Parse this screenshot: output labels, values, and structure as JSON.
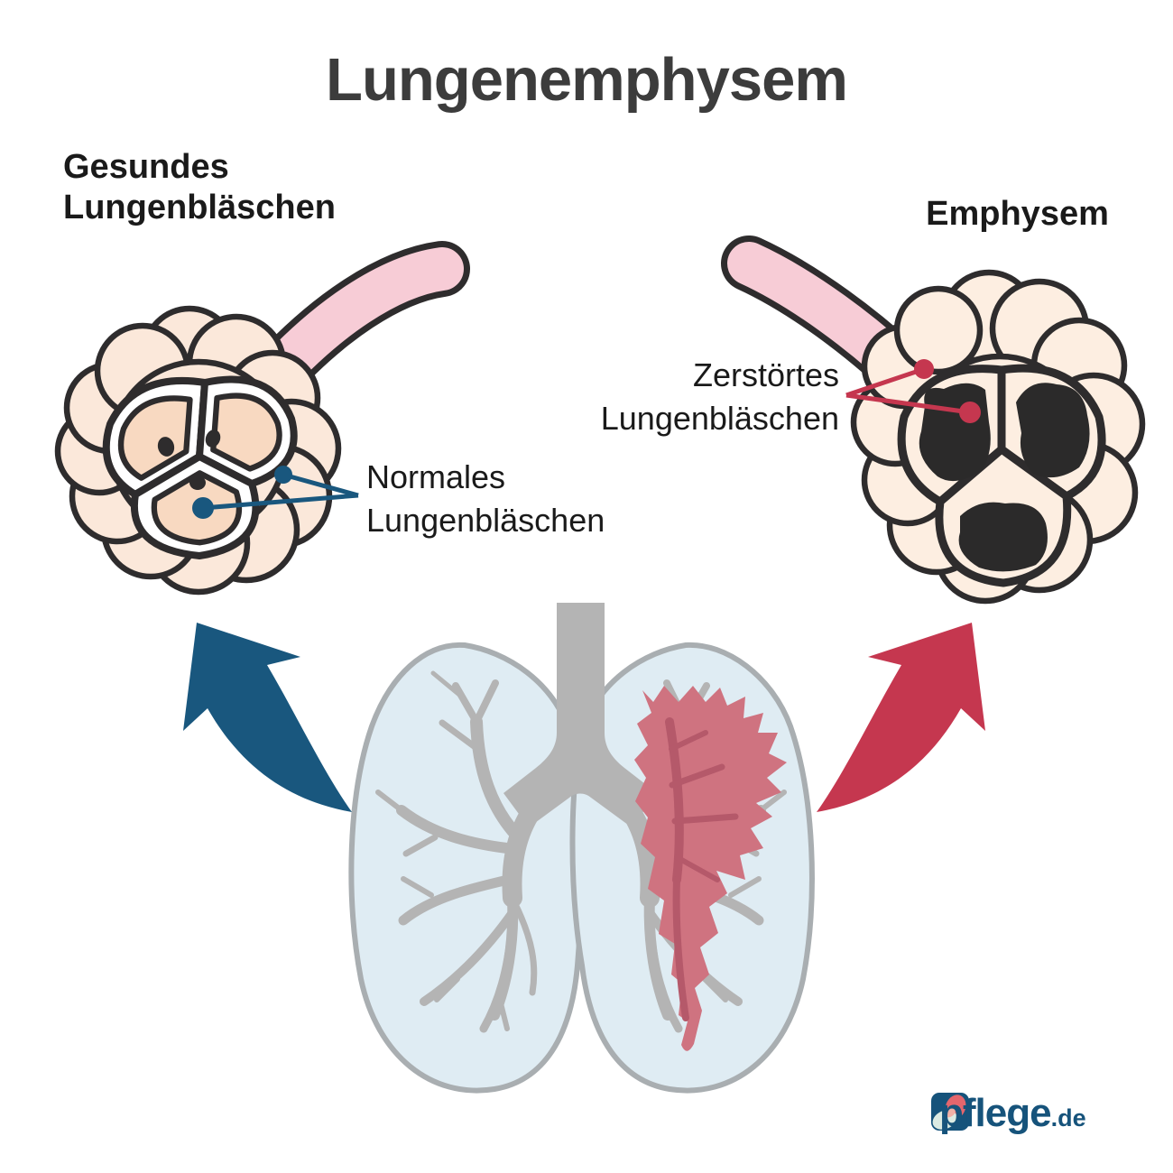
{
  "title": "Lungenemphysem",
  "labels": {
    "left_heading": {
      "line1": "Gesundes",
      "line2": "Lungenbläschen"
    },
    "right_heading": "Emphysem",
    "normal_annotation": {
      "line1": "Normales",
      "line2": "Lungenbläschen"
    },
    "destroyed_annotation": {
      "line1": "Zerstörtes",
      "line2": "Lungenbläschen"
    }
  },
  "logo": {
    "brand": "pflege",
    "tld": ".de"
  },
  "icons": {
    "healthy_arrow": "curved-arrow-up-left",
    "emphysema_arrow": "curved-arrow-up-right"
  },
  "colors": {
    "background": "#ffffff",
    "title_text": "#3c3c3c",
    "label_text": "#1a1a1a",
    "outline": "#2e2c2d",
    "alveoli_light": "#fbe8da",
    "alveoli_lighter": "#fdeee1",
    "alveoli_inner": "#f8d9c1",
    "alveoli_gap": "#ffffff",
    "destroyed_black": "#2b2a2a",
    "bronchiole_pink": "#f7ccd6",
    "healthy_blue": "#19577e",
    "emphysema_red": "#c5374f",
    "lung_fill": "#dfecf3",
    "lung_stroke": "#a9aeb1",
    "airway_gray": "#b4b4b4",
    "inflamed_fill": "#cf7380",
    "inflamed_branch": "#b5596a",
    "logo_blue": "#16537b",
    "logo_red": "#e4666d",
    "logo_mint": "#dcebe3",
    "logo_overlap": "#f0b0a6"
  }
}
